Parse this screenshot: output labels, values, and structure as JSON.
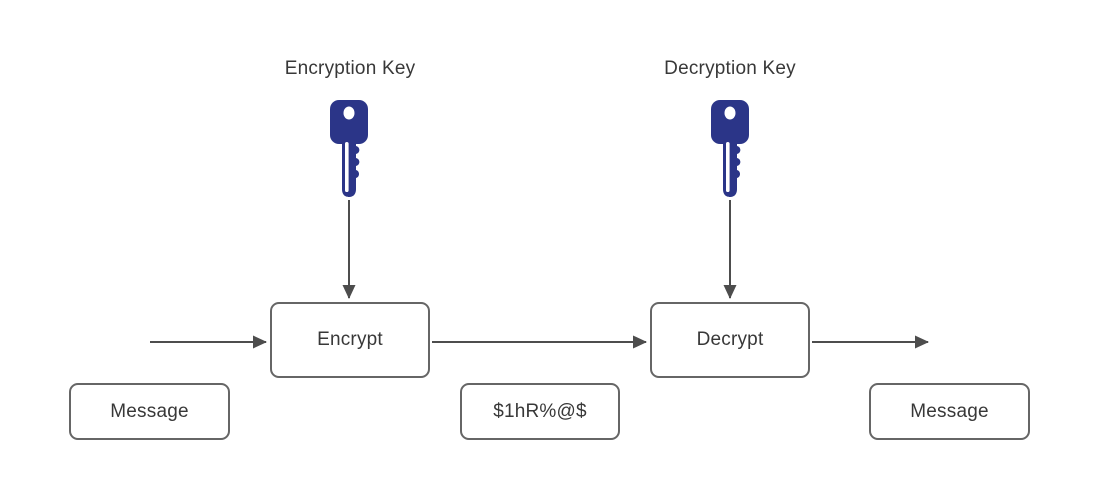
{
  "diagram": {
    "type": "flow-diagram",
    "topic": "symmetric encryption / decryption message flow"
  },
  "labels": {
    "encryption_key": "Encryption Key",
    "decryption_key": "Decryption Key"
  },
  "nodes": {
    "encrypt": "Encrypt",
    "decrypt": "Decrypt",
    "message_left": "Message",
    "ciphertext": "$1hR%@$",
    "message_right": "Message"
  },
  "icons": {
    "encryption_key_icon": "key-icon",
    "decryption_key_icon": "key-icon"
  },
  "arrows": [
    "into-encrypt",
    "encryption-key-to-encrypt",
    "encrypt-to-decrypt",
    "decryption-key-to-decrypt",
    "decrypt-to-output"
  ],
  "colors": {
    "key_fill": "#2b3588",
    "key_hole": "#ffffff",
    "box_border": "#666666",
    "box_fill": "#ffffff",
    "arrow": "#4d4d4d",
    "text": "#383838",
    "background": "#ffffff"
  }
}
